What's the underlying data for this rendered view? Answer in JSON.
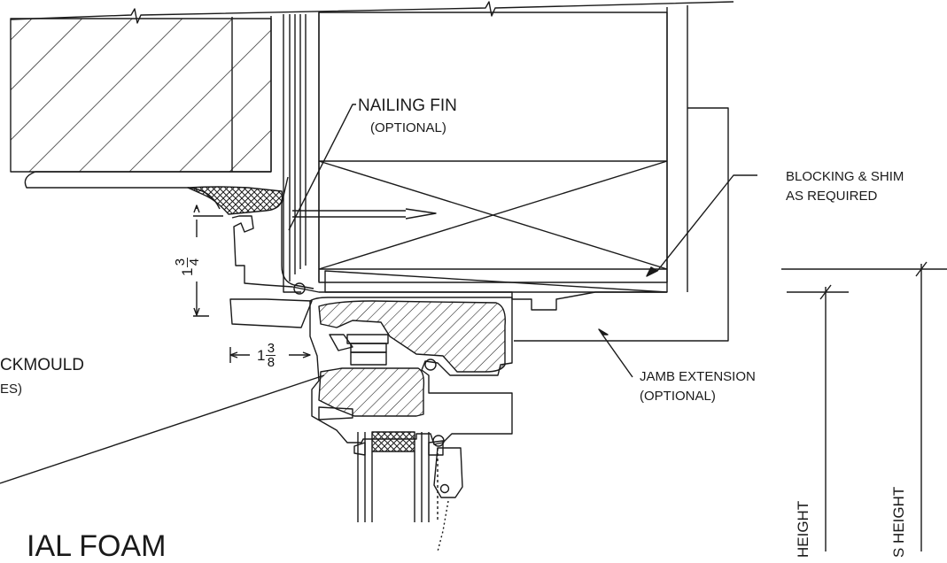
{
  "labels": {
    "nailing_fin": "NAILING FIN",
    "nailing_fin_note": "(OPTIONAL)",
    "blocking_line1": "BLOCKING & SHIM",
    "blocking_line2": "AS REQUIRED",
    "jamb_ext": "JAMB EXTENSION",
    "jamb_ext_note": "(OPTIONAL)",
    "brickmould": "CKMOULD",
    "brickmould_note": "ES)",
    "foam": "IAL FOAM",
    "height1": "HEIGHT",
    "height2": "S HEIGHT"
  },
  "dims": {
    "dim_a_whole": "1",
    "dim_a_num": "3",
    "dim_a_den": "4",
    "dim_b_whole": "1",
    "dim_b_num": "3",
    "dim_b_den": "8"
  },
  "colors": {
    "line": "#1a1a1a",
    "paper": "#ffffff"
  }
}
